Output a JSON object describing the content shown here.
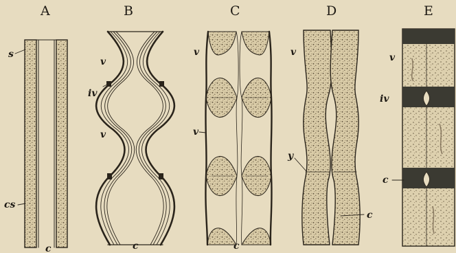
{
  "panels": [
    {
      "id": "A",
      "title": "A",
      "labels": [
        "s",
        "cs",
        "c"
      ]
    },
    {
      "id": "B",
      "title": "B",
      "labels": [
        "v",
        "iv",
        "v",
        "c"
      ]
    },
    {
      "id": "C",
      "title": "C",
      "labels": [
        "v",
        "v",
        "c"
      ]
    },
    {
      "id": "D",
      "title": "D",
      "labels": [
        "v",
        "y",
        "c"
      ]
    },
    {
      "id": "E",
      "title": "E",
      "labels": [
        "v",
        "iv",
        "c"
      ]
    }
  ],
  "colors": {
    "paper": "#e7dcc0",
    "ink": "#2a241b",
    "stipple": "#c9bb98",
    "dark_band": "#3b3a32"
  }
}
